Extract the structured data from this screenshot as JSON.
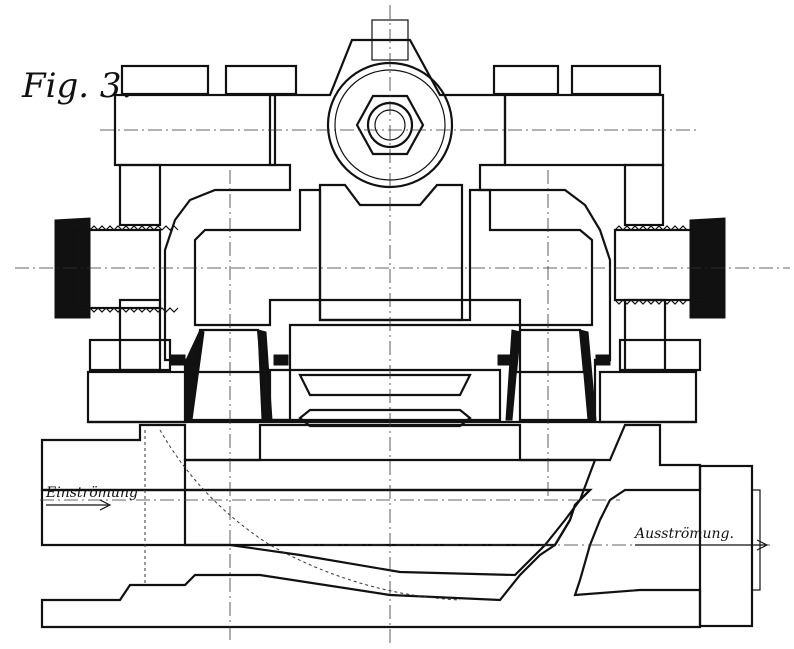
{
  "figure": {
    "title": "Fig. 3.",
    "labels": {
      "inlet": "Einströmung",
      "outlet": "Ausströmung."
    }
  },
  "colors": {
    "ink": "#111111",
    "paper": "#ffffff"
  }
}
